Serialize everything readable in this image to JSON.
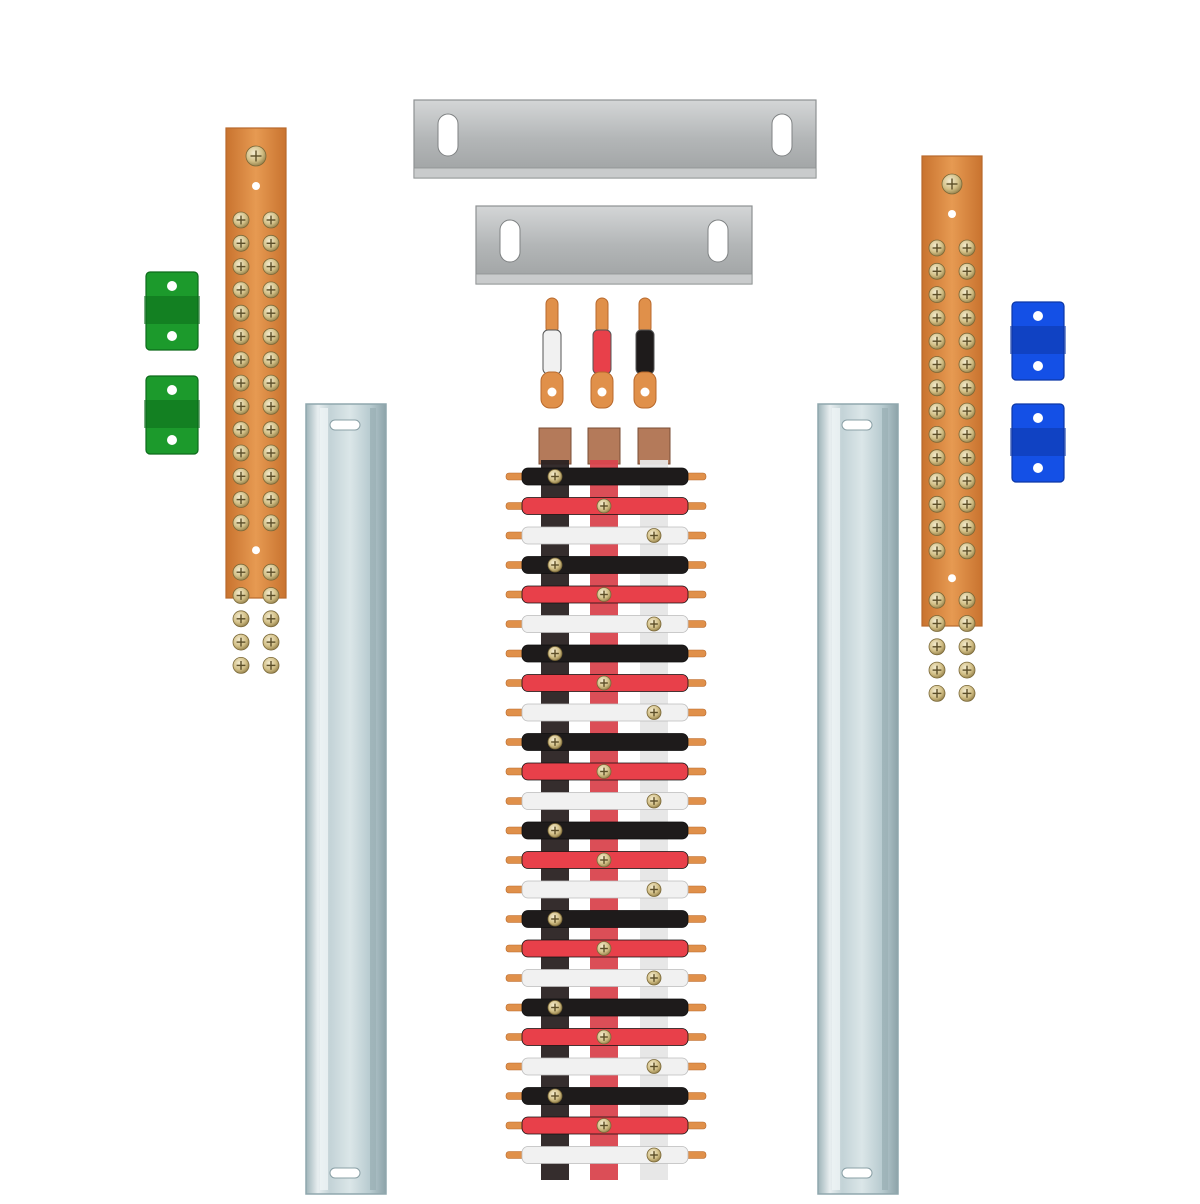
{
  "scene": {
    "caption": "",
    "colors": {
      "background": "#ffffff",
      "copper": "#e0904a",
      "copper_dark": "#b8692c",
      "rail_steel": "#c8d6da",
      "rail_edge": "#8fa7ad",
      "bracket_gray": "#b9bcbd",
      "ground_support": "#1c9a2c",
      "neutral_support": "#1450e6",
      "phase_red": "#e8404a",
      "phase_black": "#1e1b1b",
      "phase_white": "#f1f1f1",
      "screw_brass": "#d8c48a"
    },
    "items": [
      {
        "name": "ground-busbar",
        "icon": "copper-busbar-icon"
      },
      {
        "name": "neutral-busbar",
        "icon": "copper-busbar-icon"
      },
      {
        "name": "green-insulator-supports",
        "count": 2
      },
      {
        "name": "blue-insulator-supports",
        "count": 2
      },
      {
        "name": "din-rails",
        "count": 2
      },
      {
        "name": "mounting-brackets",
        "count": 2
      },
      {
        "name": "terminal-leads",
        "colors": [
          "white",
          "red",
          "black"
        ]
      },
      {
        "name": "three-phase-comb-busbar",
        "rows": 24
      }
    ]
  }
}
